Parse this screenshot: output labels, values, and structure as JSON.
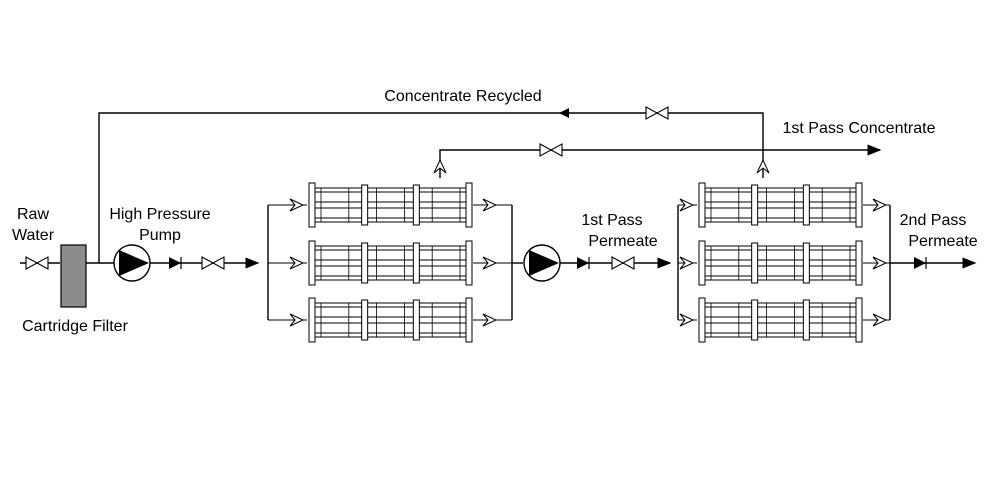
{
  "labels": {
    "raw_water_line1": "Raw",
    "raw_water_line2": "Water",
    "hp_pump_line1": "High Pressure",
    "hp_pump_line2": "Pump",
    "cartridge_filter": "Cartridge Filter",
    "concentrate_recycled": "Concentrate Recycled",
    "first_pass_concentrate": "1st Pass Concentrate",
    "first_pass_permeate_line1": "1st Pass",
    "first_pass_permeate_line2": "Permeate",
    "second_pass_permeate_line1": "2nd Pass",
    "second_pass_permeate_line2": "Permeate"
  },
  "colors": {
    "line": "#000000",
    "filter_fill": "#8c8c8c",
    "background": "#ffffff"
  },
  "stages": [
    {
      "name": "first-pass",
      "vessel_count": 3
    },
    {
      "name": "second-pass",
      "vessel_count": 3
    }
  ]
}
